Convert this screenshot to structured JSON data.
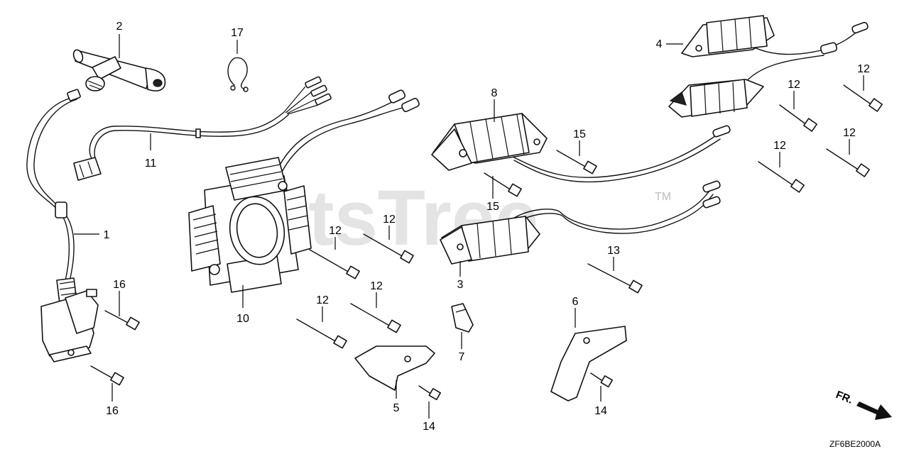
{
  "diagram": {
    "reference_code": "ZF6BE2000A",
    "front_marker": "FR.",
    "watermark": "artsTree",
    "trademark": "TM",
    "callouts": {
      "p1": "1",
      "p2": "2",
      "p3": "3",
      "p4": "4",
      "p5": "5",
      "p6": "6",
      "p7": "7",
      "p8": "8",
      "p10": "10",
      "p11": "11",
      "p12a": "12",
      "p12b": "12",
      "p12c": "12",
      "p12d": "12",
      "p12e": "12",
      "p12f": "12",
      "p12g": "12",
      "p12h": "12",
      "p13": "13",
      "p14a": "14",
      "p14b": "14",
      "p15a": "15",
      "p15b": "15",
      "p16a": "16",
      "p16b": "16",
      "p17": "17"
    }
  }
}
